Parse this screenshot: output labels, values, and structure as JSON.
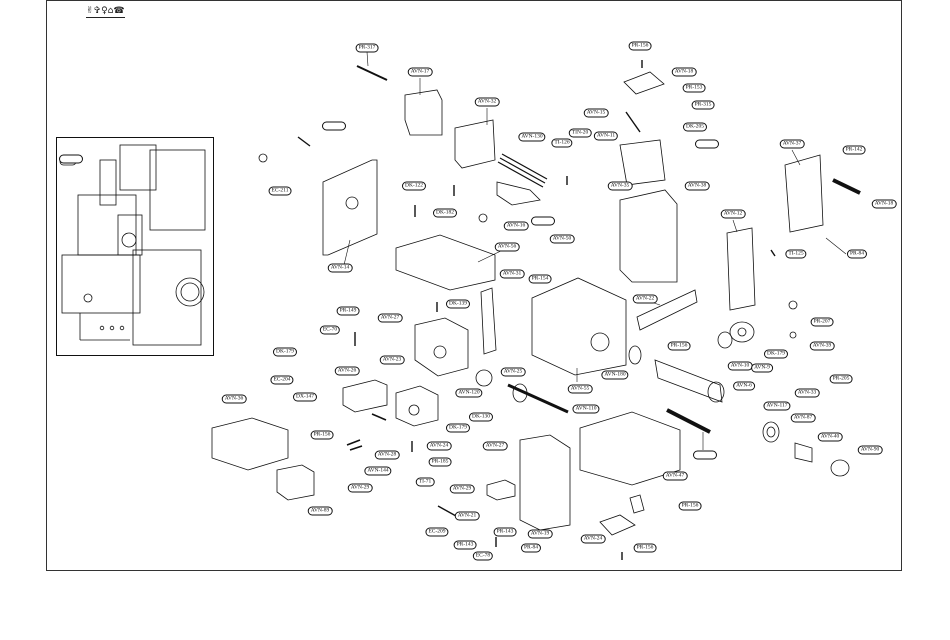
{
  "header": {
    "icon_strip": "✌✞♀⌂☎"
  },
  "callouts": [
    {
      "id": "c1",
      "text": "PR-317"
    },
    {
      "id": "c2",
      "text": "AVN-17"
    },
    {
      "id": "c3",
      "text": "AVN-32"
    },
    {
      "id": "c4",
      "text": "AVN-130"
    },
    {
      "id": "c5",
      "text": "TIN-20"
    },
    {
      "id": "c6",
      "text": "AVN-15"
    },
    {
      "id": "c7",
      "text": "AVN-11"
    },
    {
      "id": "c8",
      "text": "PR-156"
    },
    {
      "id": "c9",
      "text": "AVN-18"
    },
    {
      "id": "c10",
      "text": "PR-153"
    },
    {
      "id": "c11",
      "text": "PR-315"
    },
    {
      "id": "c12",
      "text": "DK-205"
    },
    {
      "id": "c13",
      "text": "TI-126"
    },
    {
      "id": "c14",
      "text": "AVN-35"
    },
    {
      "id": "c15",
      "text": "AVN-38"
    },
    {
      "id": "c16",
      "text": "AVN-37"
    },
    {
      "id": "c17",
      "text": "PR-142"
    },
    {
      "id": "c18",
      "text": "AVN-18"
    },
    {
      "id": "c19",
      "text": "EC-211"
    },
    {
      "id": "c20",
      "text": "DK-122"
    },
    {
      "id": "c21",
      "text": "DK-182"
    },
    {
      "id": "c22",
      "text": "AVN-16"
    },
    {
      "id": "c23",
      "text": "AVN-50"
    },
    {
      "id": "c24",
      "text": "AVN-12"
    },
    {
      "id": "c25",
      "text": "TI-125"
    },
    {
      "id": "c26",
      "text": "PR-84"
    },
    {
      "id": "c27",
      "text": "AVN-14"
    },
    {
      "id": "c28",
      "text": "AVN-56"
    },
    {
      "id": "c29",
      "text": "AVN-31"
    },
    {
      "id": "c30",
      "text": "PR-154"
    },
    {
      "id": "c31",
      "text": "DK-139"
    },
    {
      "id": "c32",
      "text": "AVN-22"
    },
    {
      "id": "c33",
      "text": "PR-149"
    },
    {
      "id": "c34",
      "text": "AVN-27"
    },
    {
      "id": "c35",
      "text": "EC-70"
    },
    {
      "id": "c36",
      "text": "PR-207"
    },
    {
      "id": "c37",
      "text": "PR-156"
    },
    {
      "id": "c38",
      "text": "DK-179"
    },
    {
      "id": "c39",
      "text": "AVN-39"
    },
    {
      "id": "c40",
      "text": "DK-179"
    },
    {
      "id": "c41",
      "text": "AVN-23"
    },
    {
      "id": "c42",
      "text": "AVN-10"
    },
    {
      "id": "c43",
      "text": "AVN-9"
    },
    {
      "id": "c44",
      "text": "EC-204"
    },
    {
      "id": "c45",
      "text": "AVN-26"
    },
    {
      "id": "c46",
      "text": "AVN-25"
    },
    {
      "id": "c47",
      "text": "AVN-180"
    },
    {
      "id": "c48",
      "text": "PR-205"
    },
    {
      "id": "c49",
      "text": "AVN-36"
    },
    {
      "id": "c50",
      "text": "DX-147"
    },
    {
      "id": "c51",
      "text": "AVN-120"
    },
    {
      "id": "c52",
      "text": "AVN-55"
    },
    {
      "id": "c53",
      "text": "AVN-6"
    },
    {
      "id": "c54",
      "text": "AVN-33"
    },
    {
      "id": "c55",
      "text": "PR-156"
    },
    {
      "id": "c56",
      "text": "DK-130"
    },
    {
      "id": "c57",
      "text": "AVN-110"
    },
    {
      "id": "c58",
      "text": "AVN-117"
    },
    {
      "id": "c59",
      "text": "AVN-87"
    },
    {
      "id": "c60",
      "text": "DK-179"
    },
    {
      "id": "c61",
      "text": "AVN-24"
    },
    {
      "id": "c62",
      "text": "AVN-27"
    },
    {
      "id": "c63",
      "text": "AVN-40"
    },
    {
      "id": "c64",
      "text": "AVN-90"
    },
    {
      "id": "c65",
      "text": "AVN-28"
    },
    {
      "id": "c66",
      "text": "PR-185"
    },
    {
      "id": "c67",
      "text": "AVN-144"
    },
    {
      "id": "c68",
      "text": "TI-71"
    },
    {
      "id": "c69",
      "text": "AVN-47"
    },
    {
      "id": "c70",
      "text": "AVN-29"
    },
    {
      "id": "c71",
      "text": "AVN-29"
    },
    {
      "id": "c72",
      "text": "PR-156"
    },
    {
      "id": "c73",
      "text": "AVN-89"
    },
    {
      "id": "c74",
      "text": "AVN-21"
    },
    {
      "id": "c75",
      "text": "EC-209"
    },
    {
      "id": "c76",
      "text": "PR-143"
    },
    {
      "id": "c77",
      "text": "AVN-19"
    },
    {
      "id": "c78",
      "text": "AVN-24"
    },
    {
      "id": "c79",
      "text": "PR-143"
    },
    {
      "id": "c80",
      "text": "PR-84"
    },
    {
      "id": "c81",
      "text": "EC-78"
    },
    {
      "id": "c82",
      "text": "PR-156"
    }
  ]
}
